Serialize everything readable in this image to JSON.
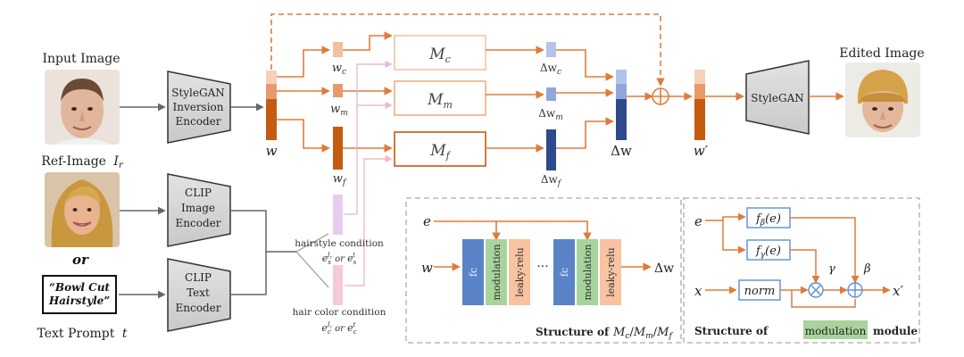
{
  "labels": {
    "input_image": "Input Image",
    "ref_image": "Ref-Image",
    "ref_image_sym": "I",
    "ref_image_sub": "r",
    "or": "or",
    "text_prompt_line1": "“Bowl Cut",
    "text_prompt_line2": "Hairstyle”",
    "text_prompt_caption": "Text Prompt",
    "text_prompt_sym": "t",
    "edited_image": "Edited Image"
  },
  "encoders": {
    "inversion": [
      "StyleGAN",
      "Inversion",
      "Encoder"
    ],
    "clip_image": [
      "CLIP",
      "Image",
      "Encoder"
    ],
    "clip_text": [
      "CLIP",
      "Text",
      "Encoder"
    ],
    "generator": [
      "StyleGAN"
    ]
  },
  "latents": {
    "w": "w",
    "wc": "w",
    "wc_sub": "c",
    "wm": "w",
    "wm_sub": "m",
    "wf": "w",
    "wf_sub": "f",
    "dwc": "Δw",
    "dwc_sub": "c",
    "dwm": "Δw",
    "dwm_sub": "m",
    "dwf": "Δw",
    "dwf_sub": "f",
    "dw": "Δw",
    "wprime": "w′"
  },
  "mappers": {
    "mc": "M",
    "mc_sub": "c",
    "mm": "M",
    "mm_sub": "m",
    "mf": "M",
    "mf_sub": "f"
  },
  "conditions": {
    "hairstyle": "hairstyle condition",
    "hairstyle_expr": [
      "e",
      "s",
      "I",
      "r",
      " or ",
      "e",
      "s",
      "t"
    ],
    "haircolor": "hair color condition",
    "haircolor_expr": [
      "e",
      "c",
      "I",
      "r",
      " or ",
      "e",
      "c",
      "t"
    ]
  },
  "mapper_structure": {
    "input_e": "e",
    "input_w": "w",
    "fc": "fc",
    "modulation": "modulation",
    "leaky_relu": "leaky-relu",
    "ellipsis": "···",
    "output": "Δw",
    "caption_prefix": "Structure of",
    "caption_formula": [
      "M",
      "c",
      "/",
      "M",
      "m",
      "/",
      "M",
      "f"
    ]
  },
  "modulation_structure": {
    "input_e": "e",
    "input_x": "x",
    "f_beta": "f",
    "f_beta_sub": "β",
    "f_beta_arg": "(e)",
    "f_gamma": "f",
    "f_gamma_sub": "γ",
    "f_gamma_arg": "(e)",
    "norm": "norm",
    "gamma": "γ",
    "beta": "β",
    "output": "x′",
    "caption_prefix": "Structure of",
    "caption_highlight": "modulation",
    "caption_suffix": "module"
  },
  "colors": {
    "orange_dark": "#c55a11",
    "orange_mid": "#e89a6a",
    "orange_light": "#f6d1b8",
    "orange_arrow": "#e07b39",
    "blue_dark": "#2e4a8c",
    "blue_light": "#9fb4e0",
    "blue_line": "#5b8fd8",
    "pink_light": "#f2c6d4",
    "lavender": "#e6cdf0",
    "fc_blue": "#5b83c7",
    "mod_green": "#a9d39c",
    "relu_orange": "#f7c3a0",
    "encoder_gray": "#d4d4d4",
    "mapper_border": "#e8a77a"
  }
}
